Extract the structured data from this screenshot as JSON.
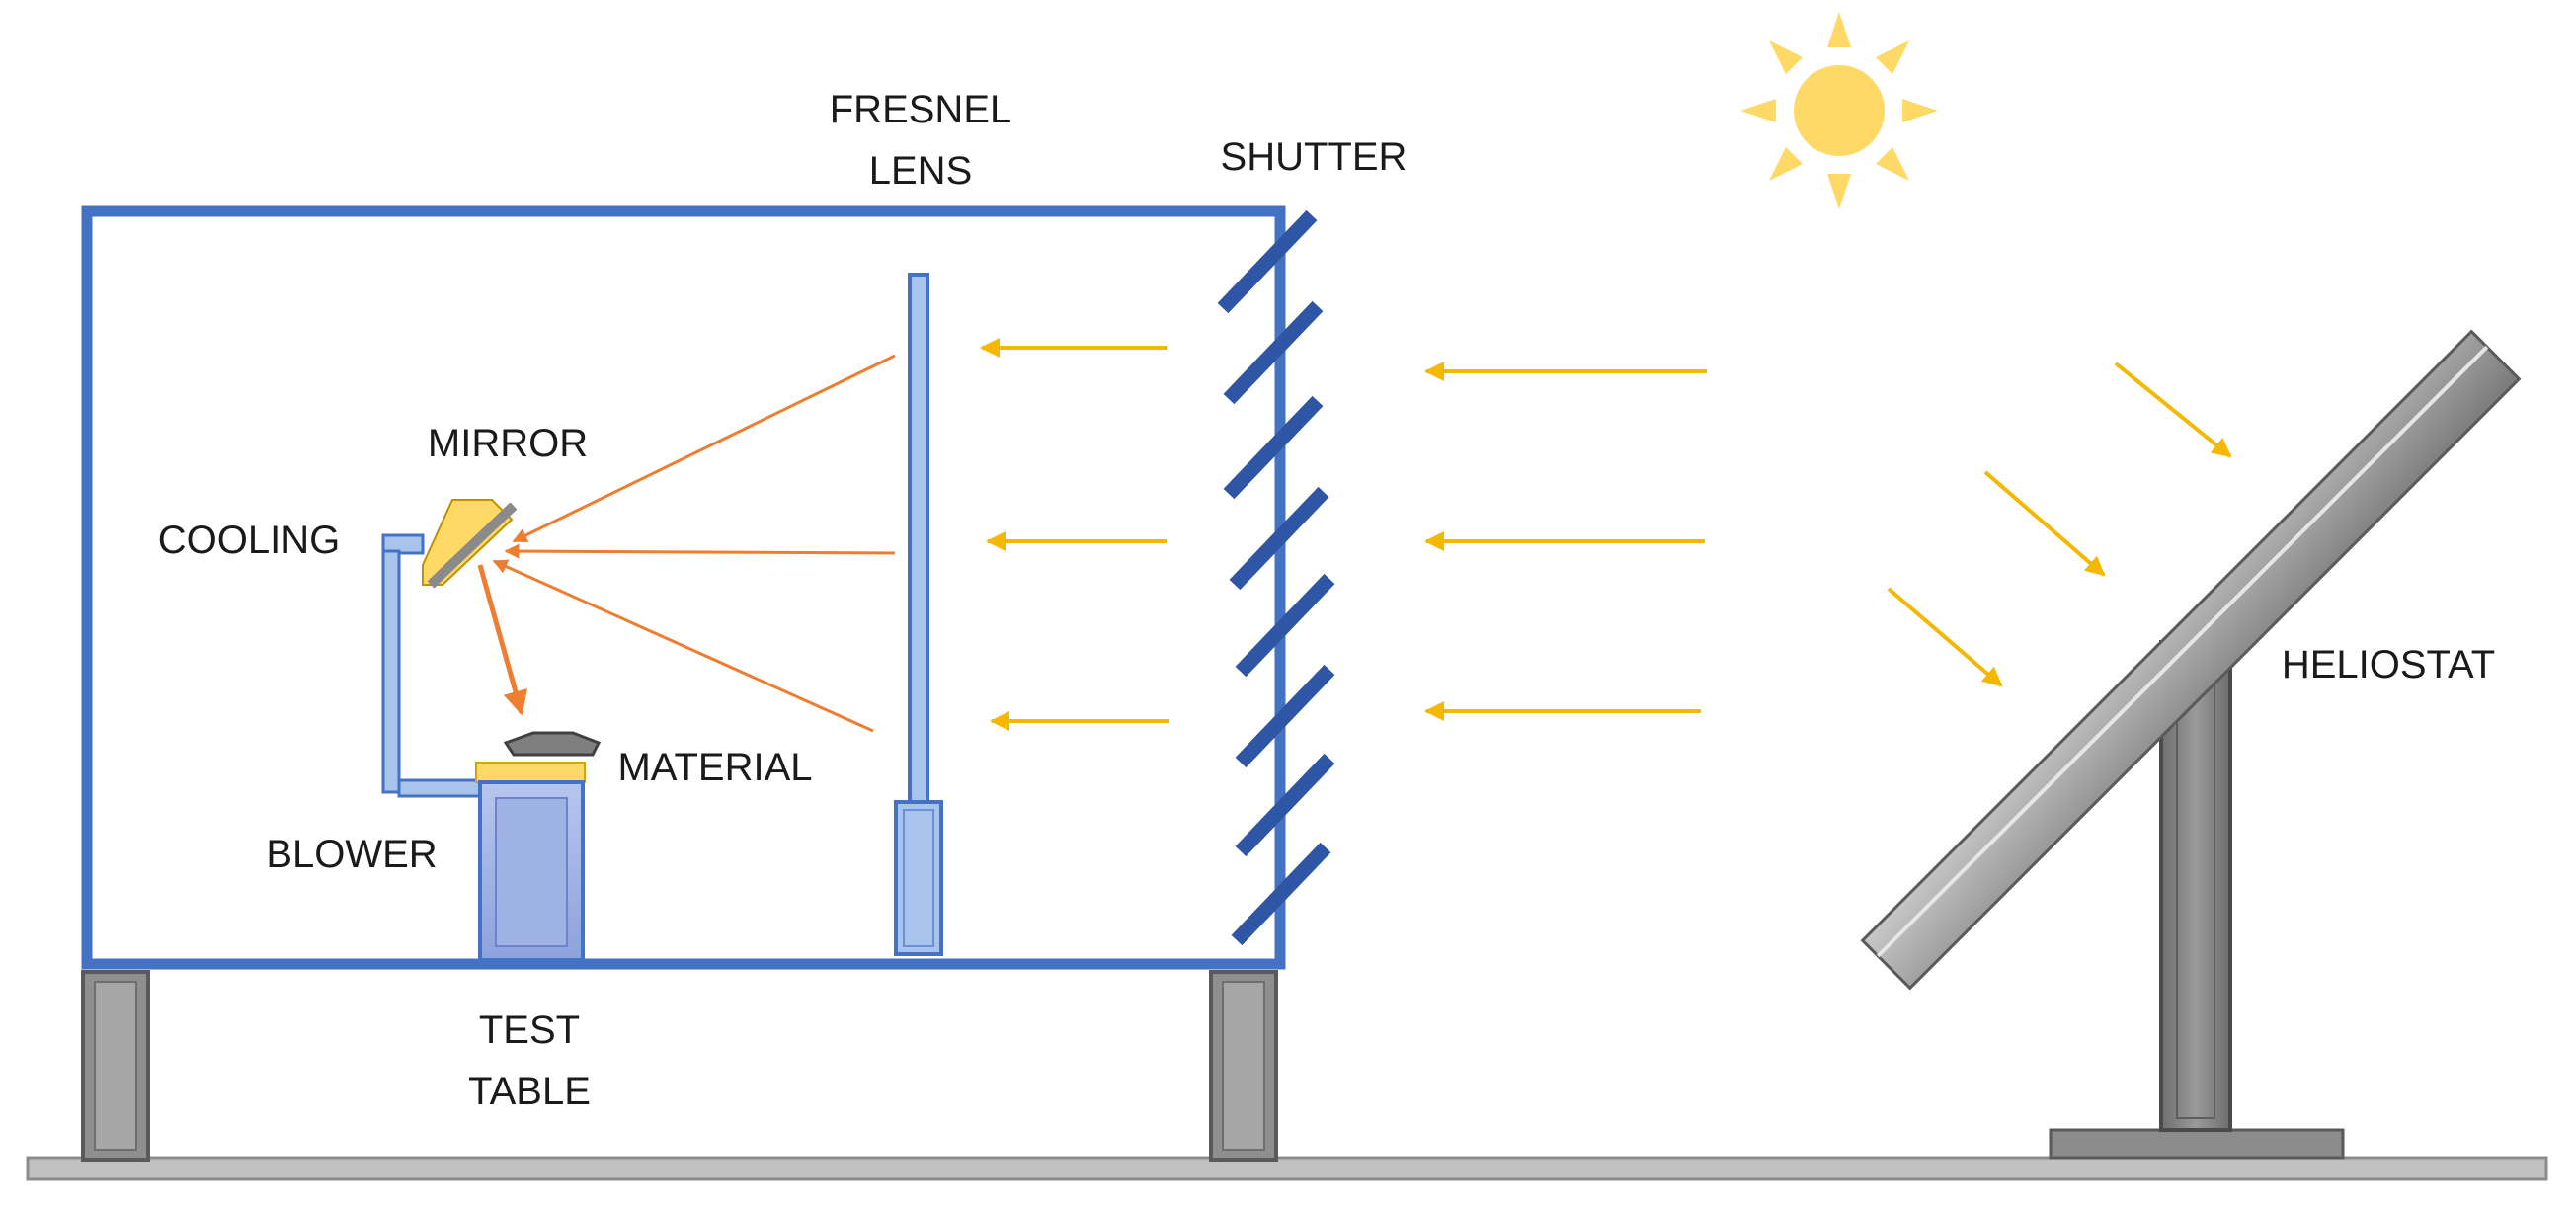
{
  "labels": {
    "fresnel_lens": [
      "FRESNEL",
      "LENS"
    ],
    "shutter": "SHUTTER",
    "mirror": "MIRROR",
    "cooling": "COOLING",
    "material": "MATERIAL",
    "blower": "BLOWER",
    "test_table": [
      "TEST",
      "TABLE"
    ],
    "heliostat": "HELIOSTAT"
  },
  "colors": {
    "chamber": "#4472c4",
    "shutter_slat": "#2f55a5",
    "lens_fill": "#a9c4ec",
    "lens_stroke": "#4472c4",
    "sun_ray": "#f5b800",
    "focus_ray": "#ed7d31",
    "sun": "#ffd966",
    "metal_light": "#d0d0d0",
    "metal_dark": "#8c8c8c",
    "ground": "#bfbfbf",
    "sample": "#ffd966",
    "material": "#7f7f7f"
  },
  "icons": [
    "sun-icon"
  ]
}
